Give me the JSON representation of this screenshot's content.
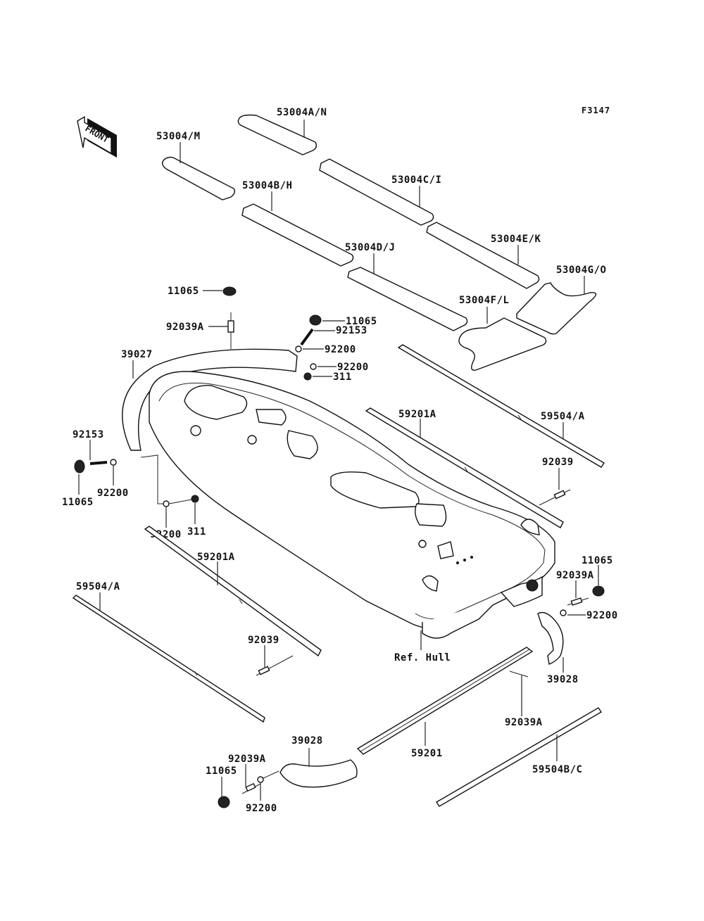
{
  "figure_id": "F3147",
  "direction_indicator": "FRONT",
  "reference": "Ref. Hull",
  "callouts": {
    "mat_53004_m": "53004/M",
    "mat_53004a_n": "53004A/N",
    "mat_53004b_h": "53004B/H",
    "mat_53004c_i": "53004C/I",
    "mat_53004d_j": "53004D/J",
    "mat_53004e_k": "53004E/K",
    "mat_53004f_l": "53004F/L",
    "mat_53004g_o": "53004G/O",
    "cap_11065_top": "11065",
    "cap_11065_upper_right": "11065",
    "bolt_92153_top": "92153",
    "washer_92200_top1": "92200",
    "washer_92200_top2": "92200",
    "nut_311_top": "311",
    "rivet_92039a_top": "92039A",
    "bumper_39027": "39027",
    "bolt_92153_left": "92153",
    "cap_11065_left": "11065",
    "washer_92200_left": "92200",
    "washer_92200_lower_left": "92200",
    "nut_311_lower_left": "311",
    "rail_59201a_right": "59201A",
    "strip_59504a_right": "59504/A",
    "rivet_92039_right": "92039",
    "cap_11065_right": "11065",
    "rivet_92039a_right": "92039A",
    "washer_92200_right": "92200",
    "bumper_39028_right": "39028",
    "rail_59201a_left": "59201A",
    "strip_59504a_left": "59504/A",
    "rivet_92039_left": "92039",
    "rail_59201_bottom": "59201",
    "rivet_92039a_bottom_right": "92039A",
    "strip_59504bc": "59504B/C",
    "bumper_39028_bottom": "39028",
    "rivet_92039a_bottom_left": "92039A",
    "cap_11065_bottom_left": "11065",
    "washer_92200_bottom_left": "92200"
  }
}
